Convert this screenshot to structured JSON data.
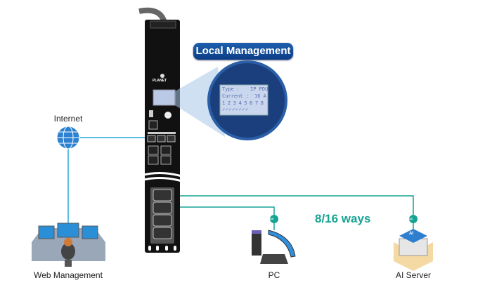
{
  "labels": {
    "internet": "Internet",
    "web_management": "Web Management",
    "local_management": "Local Management",
    "ways": "8/16 ways",
    "pc": "PC",
    "ai_server": "AI Server"
  },
  "lcd": {
    "line1_label": "Type",
    "line1_sep": ":",
    "line1_value": "IP PDU",
    "line2_label": "Current :",
    "line2_value": "16 A",
    "ports": "1 2 3 4 5 6 7 8",
    "checks": "✓✓✓✓✓✓✓✓"
  },
  "badges": {
    "pc": "AC",
    "server": "AC"
  },
  "device": {
    "brand": "PLANET"
  },
  "server_icon_text": "AI",
  "colors": {
    "accent_teal": "#17a394",
    "network_line": "#29a9d8",
    "pill_blue": "#0c3d86",
    "pdu_body": "#111111"
  }
}
